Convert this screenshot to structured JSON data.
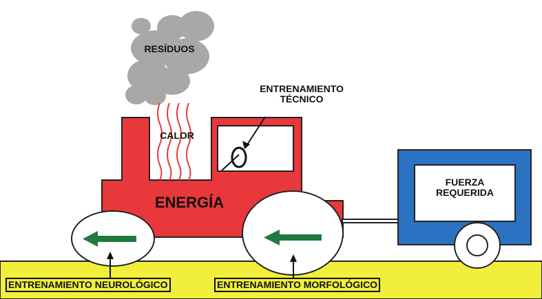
{
  "labels": {
    "residues": "RESÍDUOS",
    "heat": "CALOR",
    "technical_training_line1": "ENTRENAMIENTO",
    "technical_training_line2": "TÉCNICO",
    "energy": "ENERGÍA",
    "required_force_line1": "FUERZA",
    "required_force_line2": "REQUERIDA",
    "neurological_training": "ENTRENAMIENTO NEUROLÓGICO",
    "morphological_training": "ENTRENAMIENTO MORFOLÓGICO"
  },
  "colors": {
    "locomotive": "#e8383b",
    "trailer": "#2b73c2",
    "ground": "#f1ef3c",
    "arrow": "#1f7a3f",
    "smoke": "#a8a8a8",
    "heat": "#e8383b"
  }
}
